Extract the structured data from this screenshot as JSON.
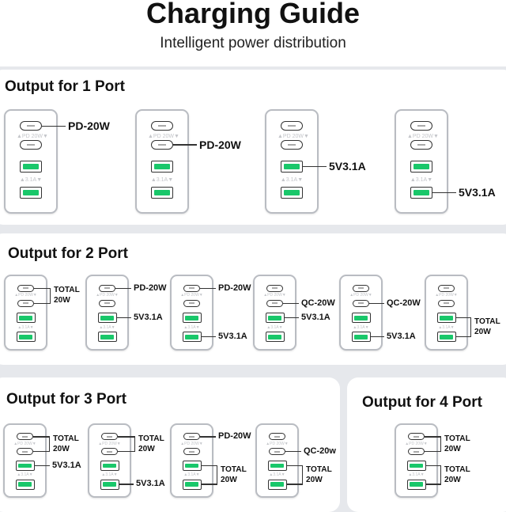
{
  "header": {
    "title": "Charging Guide",
    "subtitle": "Intelligent power distribution"
  },
  "sections": {
    "one_port": {
      "title": "Output for 1 Port"
    },
    "two_port": {
      "title": "Output for 2 Port"
    },
    "three_port": {
      "title": "Output for 3 Port"
    },
    "four_port": {
      "title": "Output for 4 Port"
    }
  },
  "marks": {
    "c_port": "▲PD 20W▼",
    "a_port": "▲3.1A▼"
  },
  "labels": {
    "pd20": "PD-20W",
    "qc20": "QC-20W",
    "qc20_lower": "QC-20w",
    "a31": "5V3.1A",
    "total": "TOTAL",
    "w20": "20W"
  },
  "colors": {
    "usb_a_insert": "#19c76a",
    "device_border": "#b9bcc2",
    "background": "#e6e8ec"
  }
}
